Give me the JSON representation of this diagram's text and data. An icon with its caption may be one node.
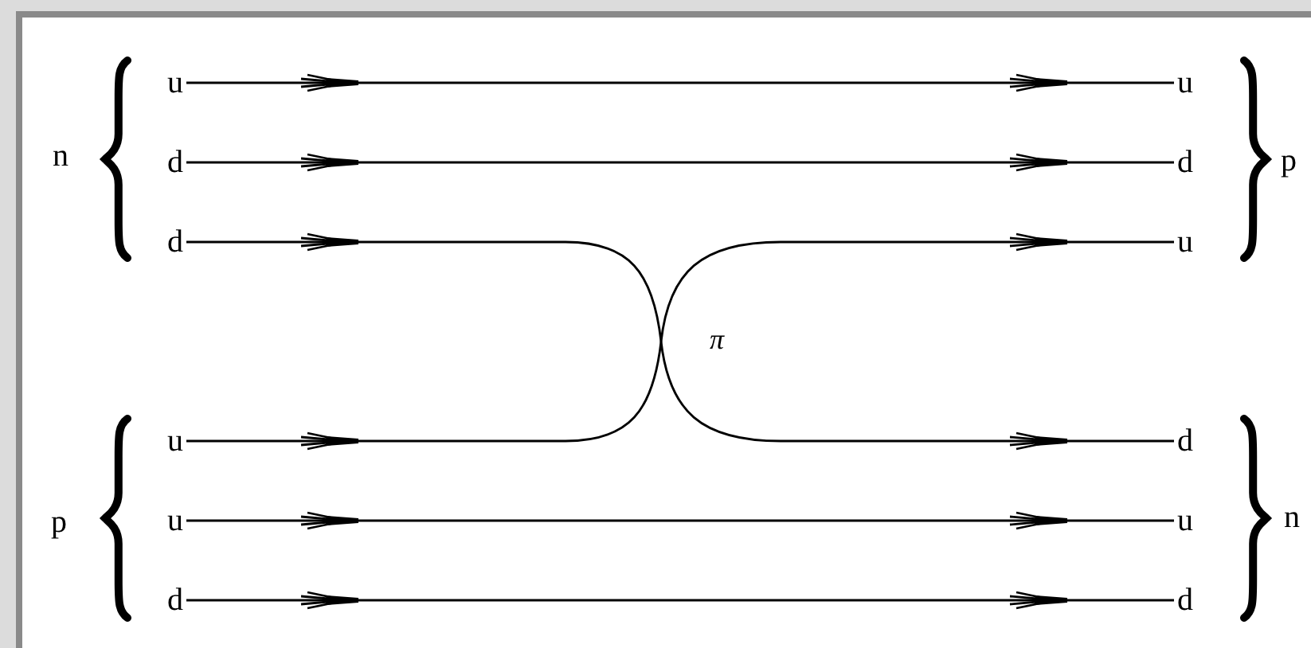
{
  "diagram": {
    "nodes": [
      {
        "text": [
          "u"
        ]
      },
      {
        "text": [
          "d"
        ]
      },
      {
        "text": [
          "d"
        ]
      },
      {
        "text": [
          "u"
        ]
      },
      {
        "text": [
          "u"
        ]
      },
      {
        "text": [
          "d"
        ]
      },
      {
        "text": [
          "u"
        ]
      },
      {
        "text": [
          "d"
        ]
      },
      {
        "text": [
          "u"
        ]
      },
      {
        "text": [
          "d"
        ]
      },
      {
        "text": [
          "u"
        ]
      },
      {
        "text": [
          "d"
        ]
      }
    ],
    "edges": [
      {
        "from": 0,
        "to": 6,
        "arrow": "to"
      },
      {
        "from": 1,
        "to": 7,
        "arrow": "to"
      },
      {
        "from": 2,
        "to": 9,
        "arrow": "to"
      },
      {
        "from": 3,
        "to": 8,
        "arrow": "to"
      },
      {
        "from": 4,
        "to": 10,
        "arrow": "to"
      },
      {
        "from": 5,
        "to": 11,
        "arrow": "to"
      }
    ],
    "labels": [
      "n",
      "p",
      "π",
      "p",
      "n"
    ]
  }
}
